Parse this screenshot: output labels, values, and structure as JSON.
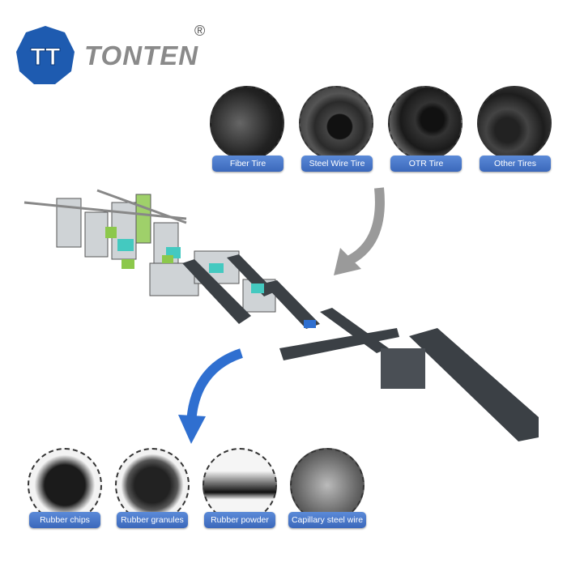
{
  "brand": {
    "name": "TONTEN",
    "mark": "TT",
    "registered": "®"
  },
  "inputs": [
    {
      "label": "Fiber Tire"
    },
    {
      "label": "Steel Wire Tire"
    },
    {
      "label": "OTR Tire"
    },
    {
      "label": "Other Tires"
    }
  ],
  "outputs": [
    {
      "label": "Rubber chips"
    },
    {
      "label": "Rubber granules"
    },
    {
      "label": "Rubber powder"
    },
    {
      "label": "Capillary steel wire"
    }
  ],
  "colors": {
    "brand_blue": "#1e5bb0",
    "pill": "#4a78c8",
    "arrow_gray": "#9a9a9a",
    "arrow_blue": "#2f6fd0"
  }
}
